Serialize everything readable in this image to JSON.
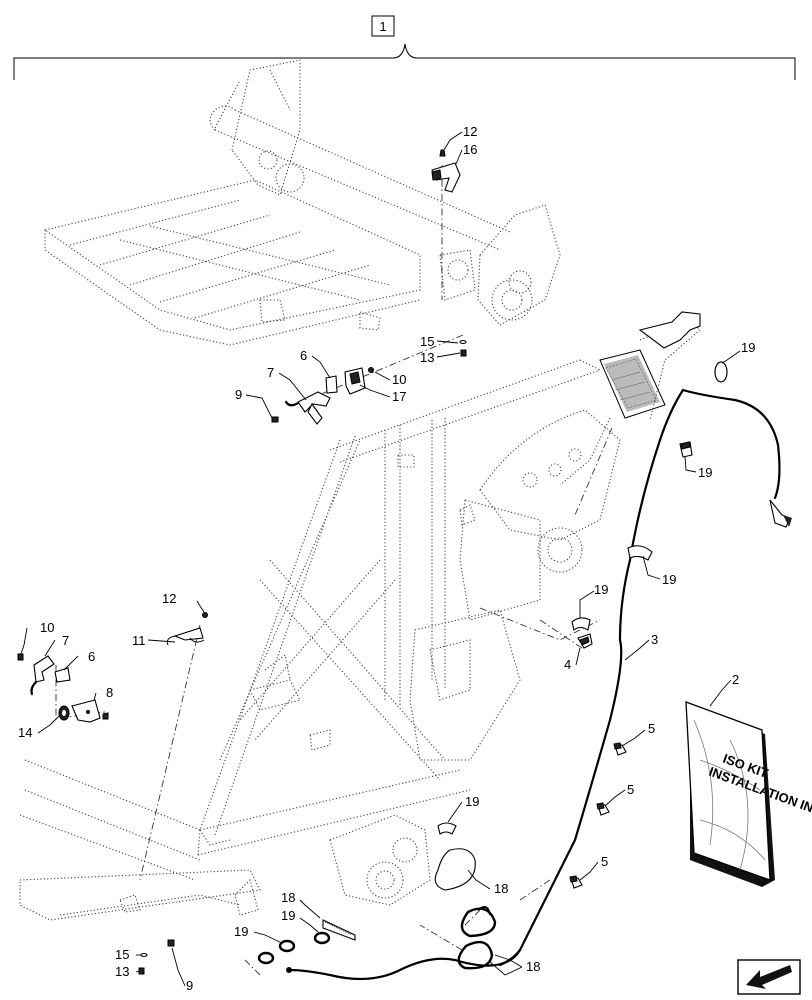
{
  "assembly_box": "1",
  "callouts": {
    "c12a": "12",
    "c16": "16",
    "c15a": "15",
    "c13a": "13",
    "c6a": "6",
    "c7a": "7",
    "c9a": "9",
    "c10a": "10",
    "c17": "17",
    "c19a": "19",
    "c19b": "19",
    "c19c": "19",
    "c19d": "19",
    "c3": "3",
    "c4": "4",
    "c2": "2",
    "c12b": "12",
    "c11": "11",
    "c10b": "10",
    "c7b": "7",
    "c6b": "6",
    "c8": "8",
    "c14": "14",
    "c5a": "5",
    "c5b": "5",
    "c5c": "5",
    "c18a": "18",
    "c18b": "18",
    "c18c": "18",
    "c19e": "19",
    "c19f": "19",
    "c19g": "19",
    "c15b": "15",
    "c13b": "13",
    "c9b": "9"
  },
  "manual_cover_text": [
    "ISO KIT",
    "INSTALLATION INSTRUCTIONS"
  ],
  "nav_icon": "arrow-next-icon"
}
